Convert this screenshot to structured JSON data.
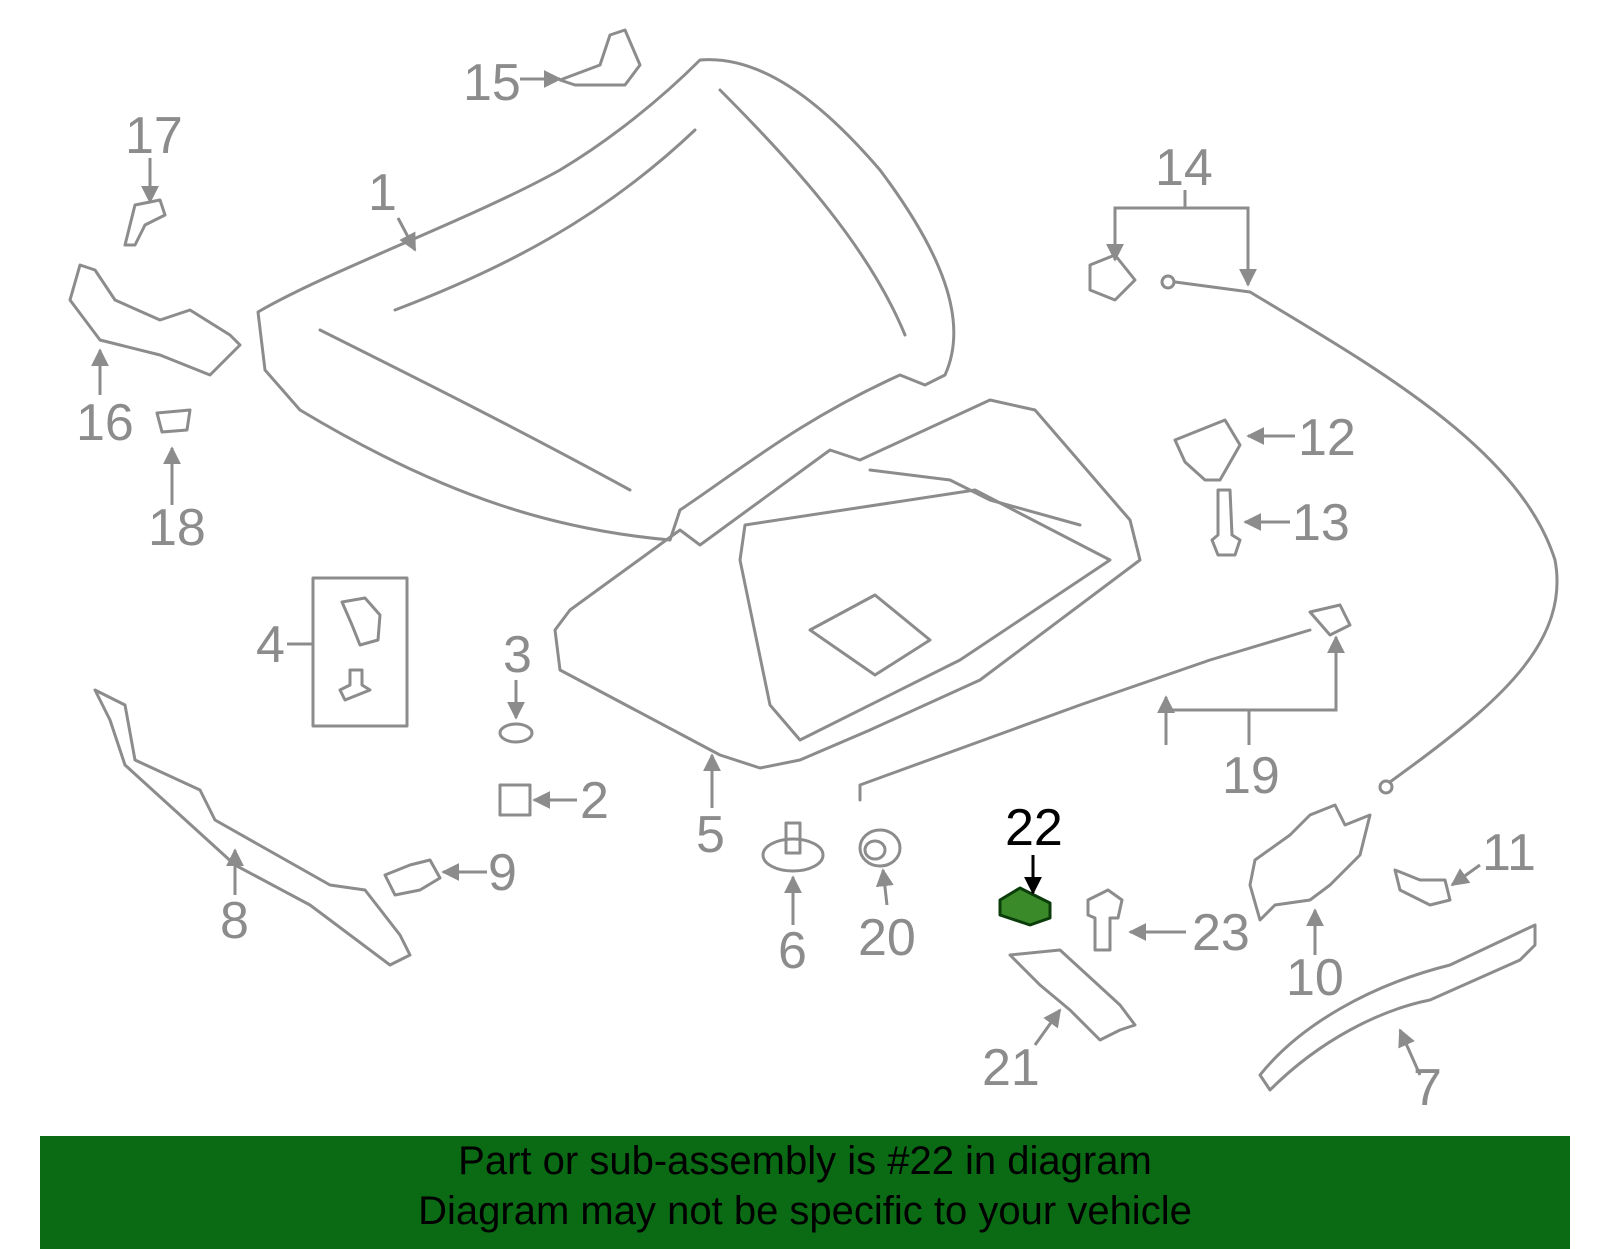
{
  "diagram": {
    "highlight_color": "#0b6a14",
    "part_stroke_color": "#8c8c8c",
    "callouts": {
      "c1": "1",
      "c2": "2",
      "c3": "3",
      "c4": "4",
      "c5": "5",
      "c6": "6",
      "c7": "7",
      "c8": "8",
      "c9": "9",
      "c10": "10",
      "c11": "11",
      "c12": "12",
      "c13": "13",
      "c14": "14",
      "c15": "15",
      "c16": "16",
      "c17": "17",
      "c18": "18",
      "c19": "19",
      "c20": "20",
      "c21": "21",
      "c22": "22",
      "c23": "23"
    },
    "highlighted_callout": "22"
  },
  "banner": {
    "line1": "Part or sub-assembly is #22 in diagram",
    "line2": "Diagram may not be specific to your vehicle"
  }
}
